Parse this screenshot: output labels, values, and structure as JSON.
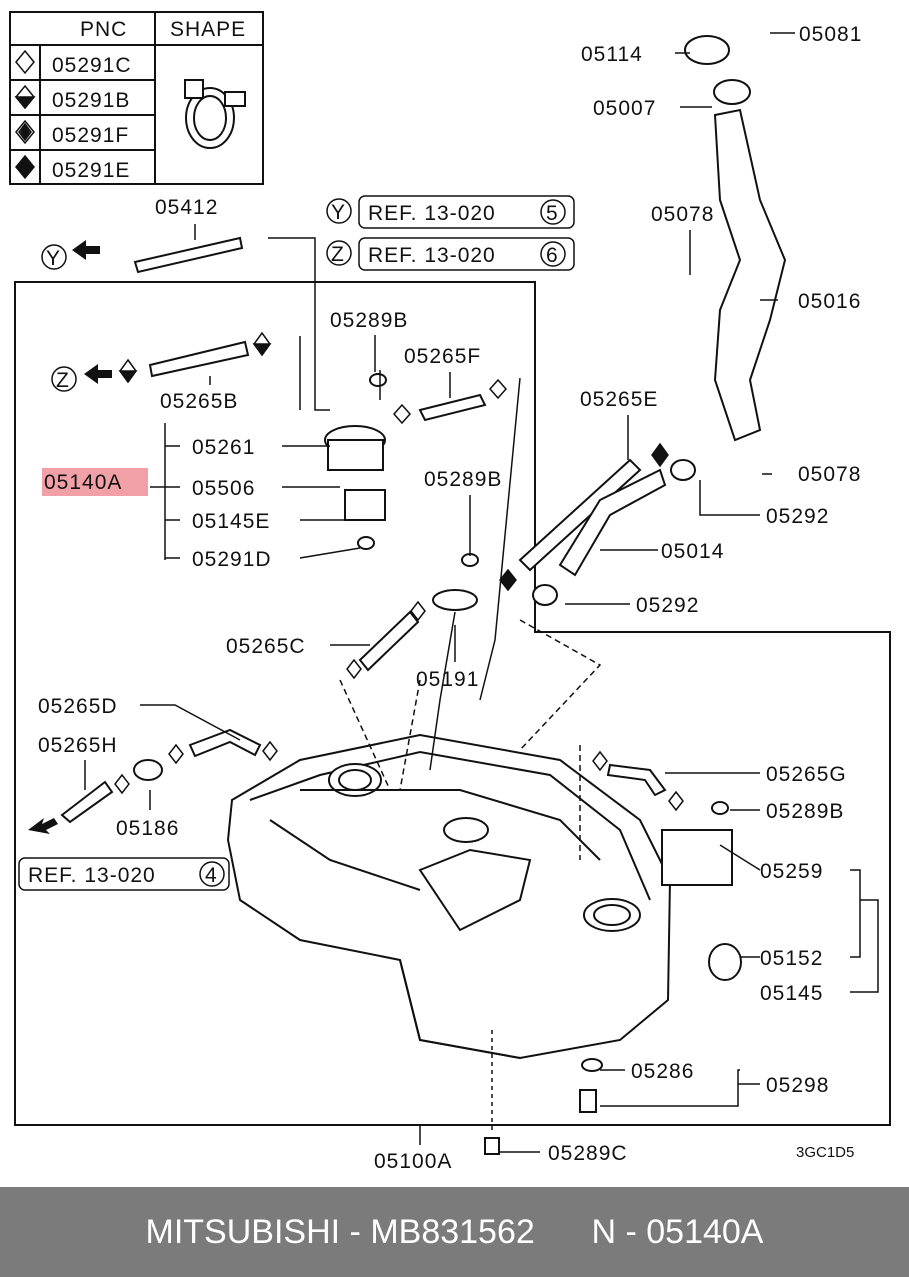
{
  "legend": {
    "col_pnc": "PNC",
    "col_shape": "SHAPE",
    "rows": [
      {
        "symbol": "diamond-empty",
        "pnc": "05291C"
      },
      {
        "symbol": "diamond-half",
        "pnc": "05291B"
      },
      {
        "symbol": "diamond-cross",
        "pnc": "05291F"
      },
      {
        "symbol": "diamond-filled",
        "pnc": "05291E"
      }
    ]
  },
  "refs": {
    "y": {
      "marker": "Y",
      "text": "REF. 13-020",
      "num": "5"
    },
    "z": {
      "marker": "Z",
      "text": "REF. 13-020",
      "num": "6"
    },
    "four": {
      "text": "REF. 13-020",
      "num": "4"
    },
    "arrow_y": "Y",
    "arrow_z": "Z"
  },
  "parts": {
    "p05412": "05412",
    "p05289B_a": "05289B",
    "p05265F": "05265F",
    "p05265B": "05265B",
    "p05261": "05261",
    "p05140A": "05140A",
    "p05506": "05506",
    "p05145E": "05145E",
    "p05291D": "05291D",
    "p05289B_b": "05289B",
    "p05114": "05114",
    "p05081": "05081",
    "p05007": "05007",
    "p05078_a": "05078",
    "p05016": "05016",
    "p05265E": "05265E",
    "p05078_b": "05078",
    "p05292_a": "05292",
    "p05014": "05014",
    "p05292_b": "05292",
    "p05265C": "05265C",
    "p05191": "05191",
    "p05265D": "05265D",
    "p05265H": "05265H",
    "p05186": "05186",
    "p05265G": "05265G",
    "p05289B_c": "05289B",
    "p05259": "05259",
    "p05152": "05152",
    "p05145": "05145",
    "p05286": "05286",
    "p05298": "05298",
    "p05100A": "05100A",
    "p05289C": "05289C",
    "code": "3GC1D5"
  },
  "footer": {
    "brand": "MITSUBISHI",
    "sep1": " - ",
    "part_number": "MB831562",
    "gap": "      ",
    "prefix": "N",
    "sep2": " - ",
    "pnc": "05140A"
  },
  "colors": {
    "highlight": "#f2a0a8",
    "footer_bg": "#7b7b7b",
    "line": "#111111"
  }
}
